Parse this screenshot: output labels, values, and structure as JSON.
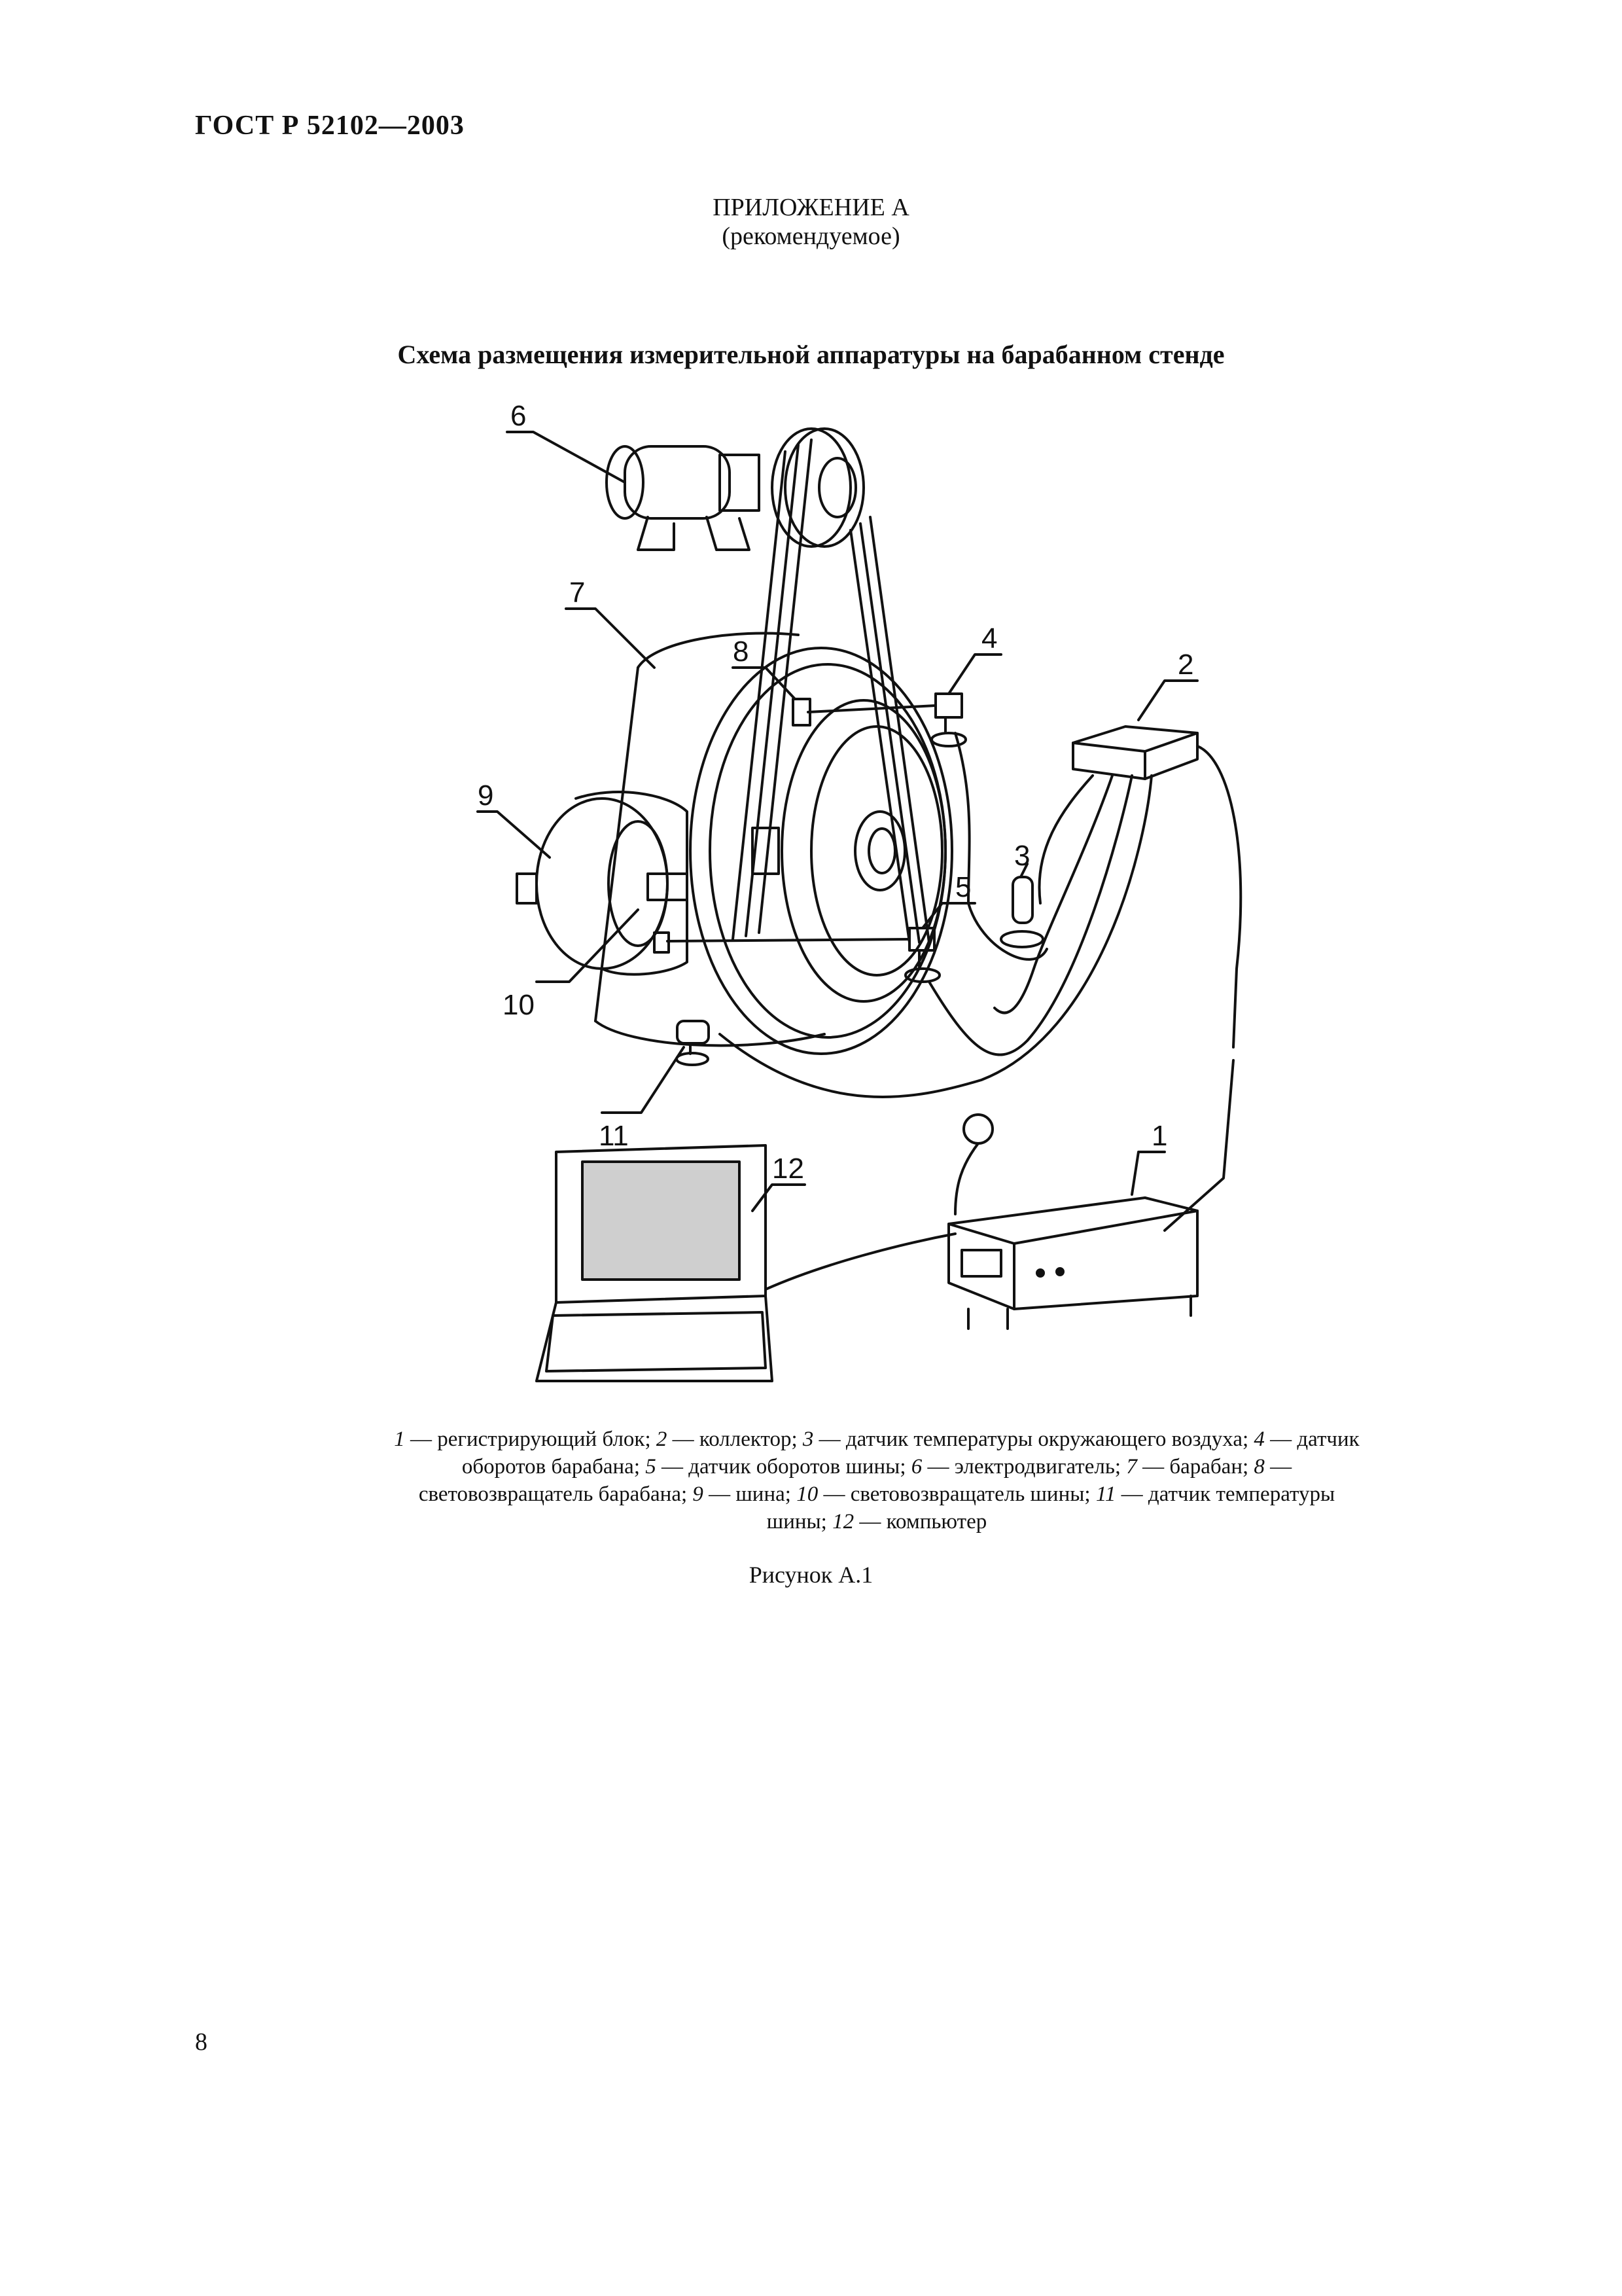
{
  "header": {
    "standard": "ГОСТ Р 52102—2003"
  },
  "appendix": {
    "title": "ПРИЛОЖЕНИЕ А",
    "status": "(рекомендуемое)"
  },
  "figure": {
    "title": "Схема размещения измерительной аппаратуры на барабанном стенде",
    "callouts": [
      "1",
      "2",
      "3",
      "4",
      "5",
      "6",
      "7",
      "8",
      "9",
      "10",
      "11",
      "12"
    ],
    "caption": "Рисунок А.1"
  },
  "legend": [
    {
      "num": "1",
      "text": " — регистрирующий блок; "
    },
    {
      "num": "2",
      "text": " — коллектор; "
    },
    {
      "num": "3",
      "text": " — датчик температуры окружающего воздуха; "
    },
    {
      "num": "4",
      "text": " — датчик оборотов барабана; "
    },
    {
      "num": "5",
      "text": " — датчик оборотов шины; "
    },
    {
      "num": "6",
      "text": " — электродвигатель; "
    },
    {
      "num": "7",
      "text": " — барабан; "
    },
    {
      "num": "8",
      "text": " — световозвращатель барабана; "
    },
    {
      "num": "9",
      "text": " — шина; "
    },
    {
      "num": "10",
      "text": " — световозвращатель шины; "
    },
    {
      "num": "11",
      "text": " — датчик температуры шины; "
    },
    {
      "num": "12",
      "text": " — компьютер"
    }
  ],
  "page": {
    "number": "8"
  }
}
